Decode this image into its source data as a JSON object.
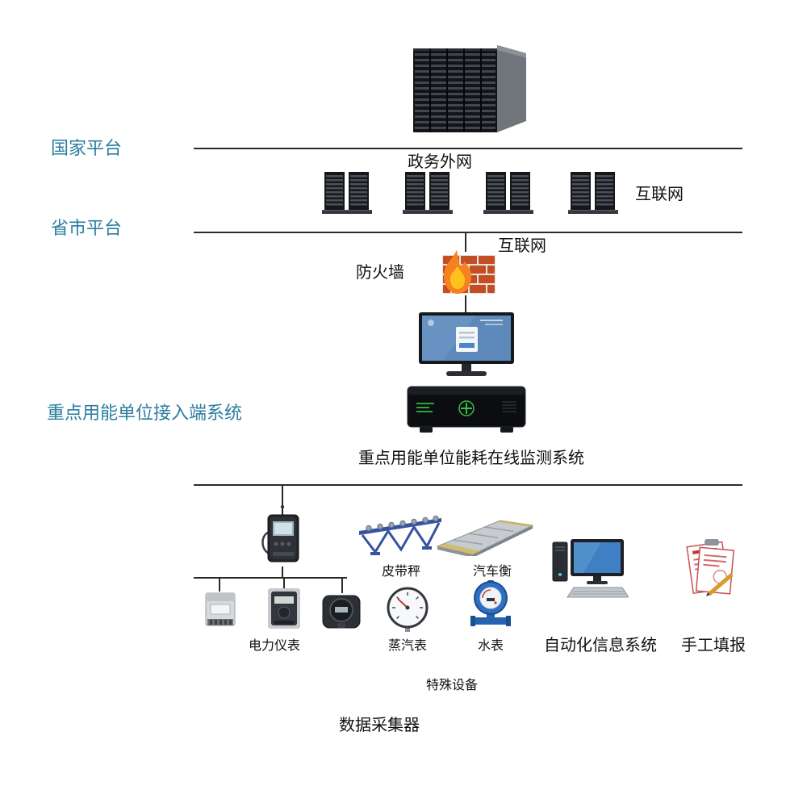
{
  "colors": {
    "platform_label": "#2b7da2",
    "line": "#2b2b2b",
    "background": "#ffffff",
    "firewall_brick": "#c44d24",
    "flame": "#f5821f"
  },
  "labels": {
    "national_platform": "国家平台",
    "gov_extranet": "政务外网",
    "internet_top": "互联网",
    "provincial_platform": "省市平台",
    "internet_mid": "互联网",
    "firewall": "防火墙",
    "access_system": "重点用能单位接入端系统",
    "monitoring_system": "重点用能单位能耗在线监测系统",
    "belt_scale": "皮带秤",
    "truck_scale": "汽车衡",
    "power_meters": "电力仪表",
    "steam_meter": "蒸汽表",
    "water_meter": "水表",
    "automation_system": "自动化信息系统",
    "manual_report": "手工填报",
    "special_equipment": "特殊设备",
    "data_collector": "数据采集器"
  }
}
